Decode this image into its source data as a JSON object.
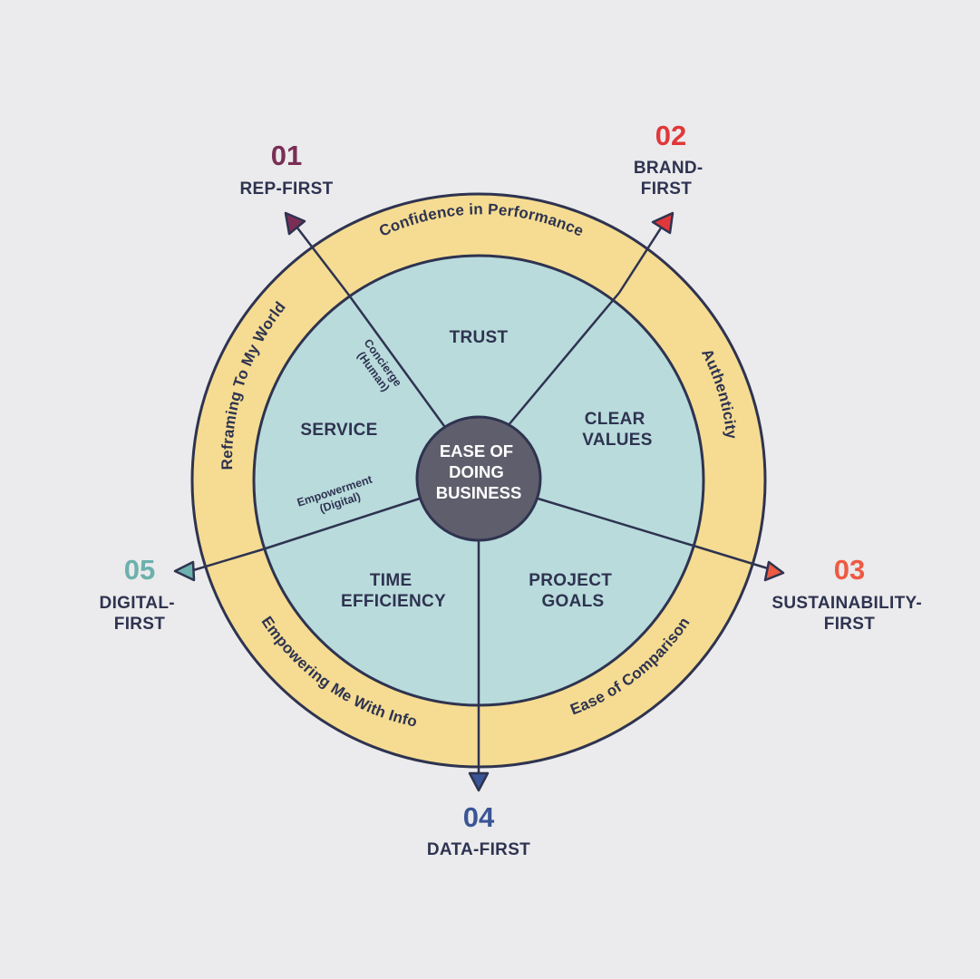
{
  "center": {
    "lines": [
      "EASE OF",
      "DOING",
      "BUSINESS"
    ]
  },
  "outer_ring": {
    "top": "Confidence in Performance",
    "right": "Authenticity",
    "bottom_right": "Ease of Comparison",
    "bottom_left": "Empowering Me With Info",
    "left": "Reframing To My World"
  },
  "segments": {
    "trust": {
      "lines": [
        "TRUST"
      ]
    },
    "clear_values": {
      "lines": [
        "CLEAR",
        "VALUES"
      ]
    },
    "project_goals": {
      "lines": [
        "PROJECT",
        "GOALS"
      ]
    },
    "time_efficiency": {
      "lines": [
        "TIME",
        "EFFICIENCY"
      ]
    },
    "service": {
      "lines": [
        "SERVICE"
      ]
    }
  },
  "arrow_notes": {
    "concierge": [
      "Concierge",
      "(Human)"
    ],
    "empowerment": [
      "Empowerment",
      "(Digital)"
    ]
  },
  "approaches": [
    {
      "number": "01",
      "lines": [
        "REP-FIRST"
      ],
      "color": "#7a2e55"
    },
    {
      "number": "02",
      "lines": [
        "BRAND-",
        "FIRST"
      ],
      "color": "#e0383a"
    },
    {
      "number": "03",
      "lines": [
        "SUSTAINABILITY-",
        "FIRST"
      ],
      "color": "#ee5a42"
    },
    {
      "number": "04",
      "lines": [
        "DATA-FIRST"
      ],
      "color": "#3a5596"
    },
    {
      "number": "05",
      "lines": [
        "DIGITAL-",
        "FIRST"
      ],
      "color": "#6bb1ad"
    }
  ],
  "colors": {
    "background": "#ebeaec",
    "ring": "#f5dc92",
    "inner": "#b9dbdc",
    "center": "#5f5e6c",
    "outline": "#2e3350"
  }
}
